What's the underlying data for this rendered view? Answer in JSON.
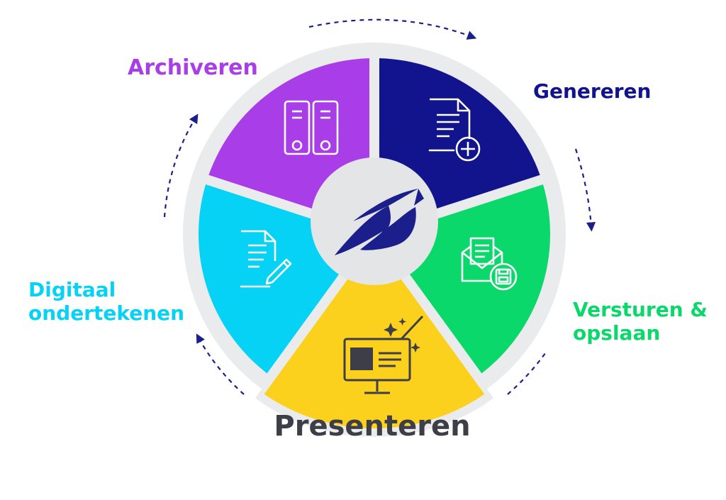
{
  "colors": {
    "archiveren": "#a93ee8",
    "genereren": "#11148c",
    "versturen": "#0bd86b",
    "presenteren": "#fcd11e",
    "digitaal": "#06d2f5",
    "ring": "#eaebed",
    "center": "#e4e5e7",
    "icon_dark": "#3d3e48",
    "arrow": "#1b1f8c"
  },
  "segments": {
    "archiveren": {
      "label": "Archiveren",
      "icon": "binders-icon"
    },
    "genereren": {
      "label": "Genereren",
      "icon": "document-add-icon"
    },
    "versturen": {
      "label": "Versturen &\nopslaan",
      "icon": "mail-save-icon"
    },
    "presenteren": {
      "label": "Presenteren",
      "icon": "presentation-screen-icon"
    },
    "digitaal": {
      "label": "Digitaal\nondertekenen",
      "icon": "document-sign-icon"
    }
  },
  "center": {
    "icon": "pen-nib-logo-icon"
  }
}
